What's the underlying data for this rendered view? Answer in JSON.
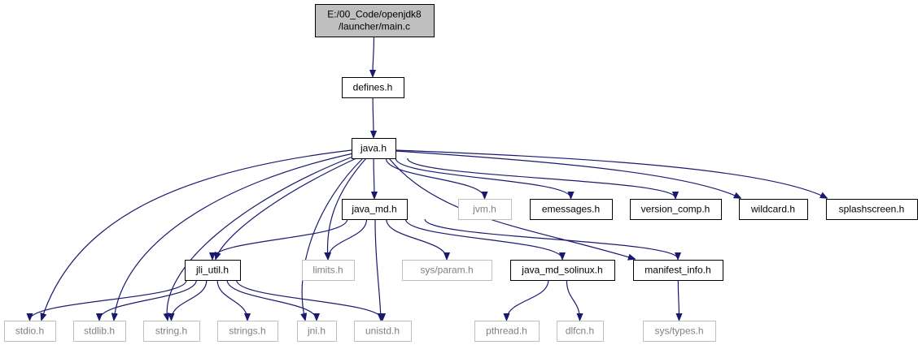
{
  "graph": {
    "edge_color": "#191970",
    "nodes": [
      {
        "id": "main",
        "label_lines": [
          "E:/00_Code/openjdk8",
          "/launcher/main.c"
        ],
        "style": "root"
      },
      {
        "id": "defines",
        "label_lines": [
          "defines.h"
        ],
        "style": "normal"
      },
      {
        "id": "java",
        "label_lines": [
          "java.h"
        ],
        "style": "normal"
      },
      {
        "id": "java_md",
        "label_lines": [
          "java_md.h"
        ],
        "style": "normal"
      },
      {
        "id": "jvm",
        "label_lines": [
          "jvm.h"
        ],
        "style": "external"
      },
      {
        "id": "emessages",
        "label_lines": [
          "emessages.h"
        ],
        "style": "normal"
      },
      {
        "id": "version_comp",
        "label_lines": [
          "version_comp.h"
        ],
        "style": "normal"
      },
      {
        "id": "wildcard",
        "label_lines": [
          "wildcard.h"
        ],
        "style": "normal"
      },
      {
        "id": "splashscreen",
        "label_lines": [
          "splashscreen.h"
        ],
        "style": "normal"
      },
      {
        "id": "jli_util",
        "label_lines": [
          "jli_util.h"
        ],
        "style": "normal"
      },
      {
        "id": "limits",
        "label_lines": [
          "limits.h"
        ],
        "style": "external"
      },
      {
        "id": "sys_param",
        "label_lines": [
          "sys/param.h"
        ],
        "style": "external"
      },
      {
        "id": "java_md_solinux",
        "label_lines": [
          "java_md_solinux.h"
        ],
        "style": "normal"
      },
      {
        "id": "manifest_info",
        "label_lines": [
          "manifest_info.h"
        ],
        "style": "normal"
      },
      {
        "id": "stdio",
        "label_lines": [
          "stdio.h"
        ],
        "style": "external"
      },
      {
        "id": "stdlib",
        "label_lines": [
          "stdlib.h"
        ],
        "style": "external"
      },
      {
        "id": "string",
        "label_lines": [
          "string.h"
        ],
        "style": "external"
      },
      {
        "id": "strings",
        "label_lines": [
          "strings.h"
        ],
        "style": "external"
      },
      {
        "id": "jni",
        "label_lines": [
          "jni.h"
        ],
        "style": "external"
      },
      {
        "id": "unistd",
        "label_lines": [
          "unistd.h"
        ],
        "style": "external"
      },
      {
        "id": "pthread",
        "label_lines": [
          "pthread.h"
        ],
        "style": "external"
      },
      {
        "id": "dlfcn",
        "label_lines": [
          "dlfcn.h"
        ],
        "style": "external"
      },
      {
        "id": "sys_types",
        "label_lines": [
          "sys/types.h"
        ],
        "style": "external"
      }
    ],
    "edges": [
      [
        "main",
        "defines"
      ],
      [
        "defines",
        "java"
      ],
      [
        "java",
        "java_md"
      ],
      [
        "java",
        "jvm"
      ],
      [
        "java",
        "emessages"
      ],
      [
        "java",
        "version_comp"
      ],
      [
        "java",
        "wildcard"
      ],
      [
        "java",
        "splashscreen"
      ],
      [
        "java",
        "jli_util"
      ],
      [
        "java",
        "limits"
      ],
      [
        "java",
        "manifest_info"
      ],
      [
        "java",
        "stdio"
      ],
      [
        "java",
        "stdlib"
      ],
      [
        "java",
        "string"
      ],
      [
        "java",
        "jni"
      ],
      [
        "java_md",
        "jli_util"
      ],
      [
        "java_md",
        "limits"
      ],
      [
        "java_md",
        "sys_param"
      ],
      [
        "java_md",
        "java_md_solinux"
      ],
      [
        "java_md",
        "manifest_info"
      ],
      [
        "java_md",
        "unistd"
      ],
      [
        "jli_util",
        "stdio"
      ],
      [
        "jli_util",
        "stdlib"
      ],
      [
        "jli_util",
        "string"
      ],
      [
        "jli_util",
        "strings"
      ],
      [
        "jli_util",
        "jni"
      ],
      [
        "jli_util",
        "unistd"
      ],
      [
        "java_md_solinux",
        "pthread"
      ],
      [
        "java_md_solinux",
        "dlfcn"
      ],
      [
        "manifest_info",
        "sys_types"
      ]
    ]
  }
}
